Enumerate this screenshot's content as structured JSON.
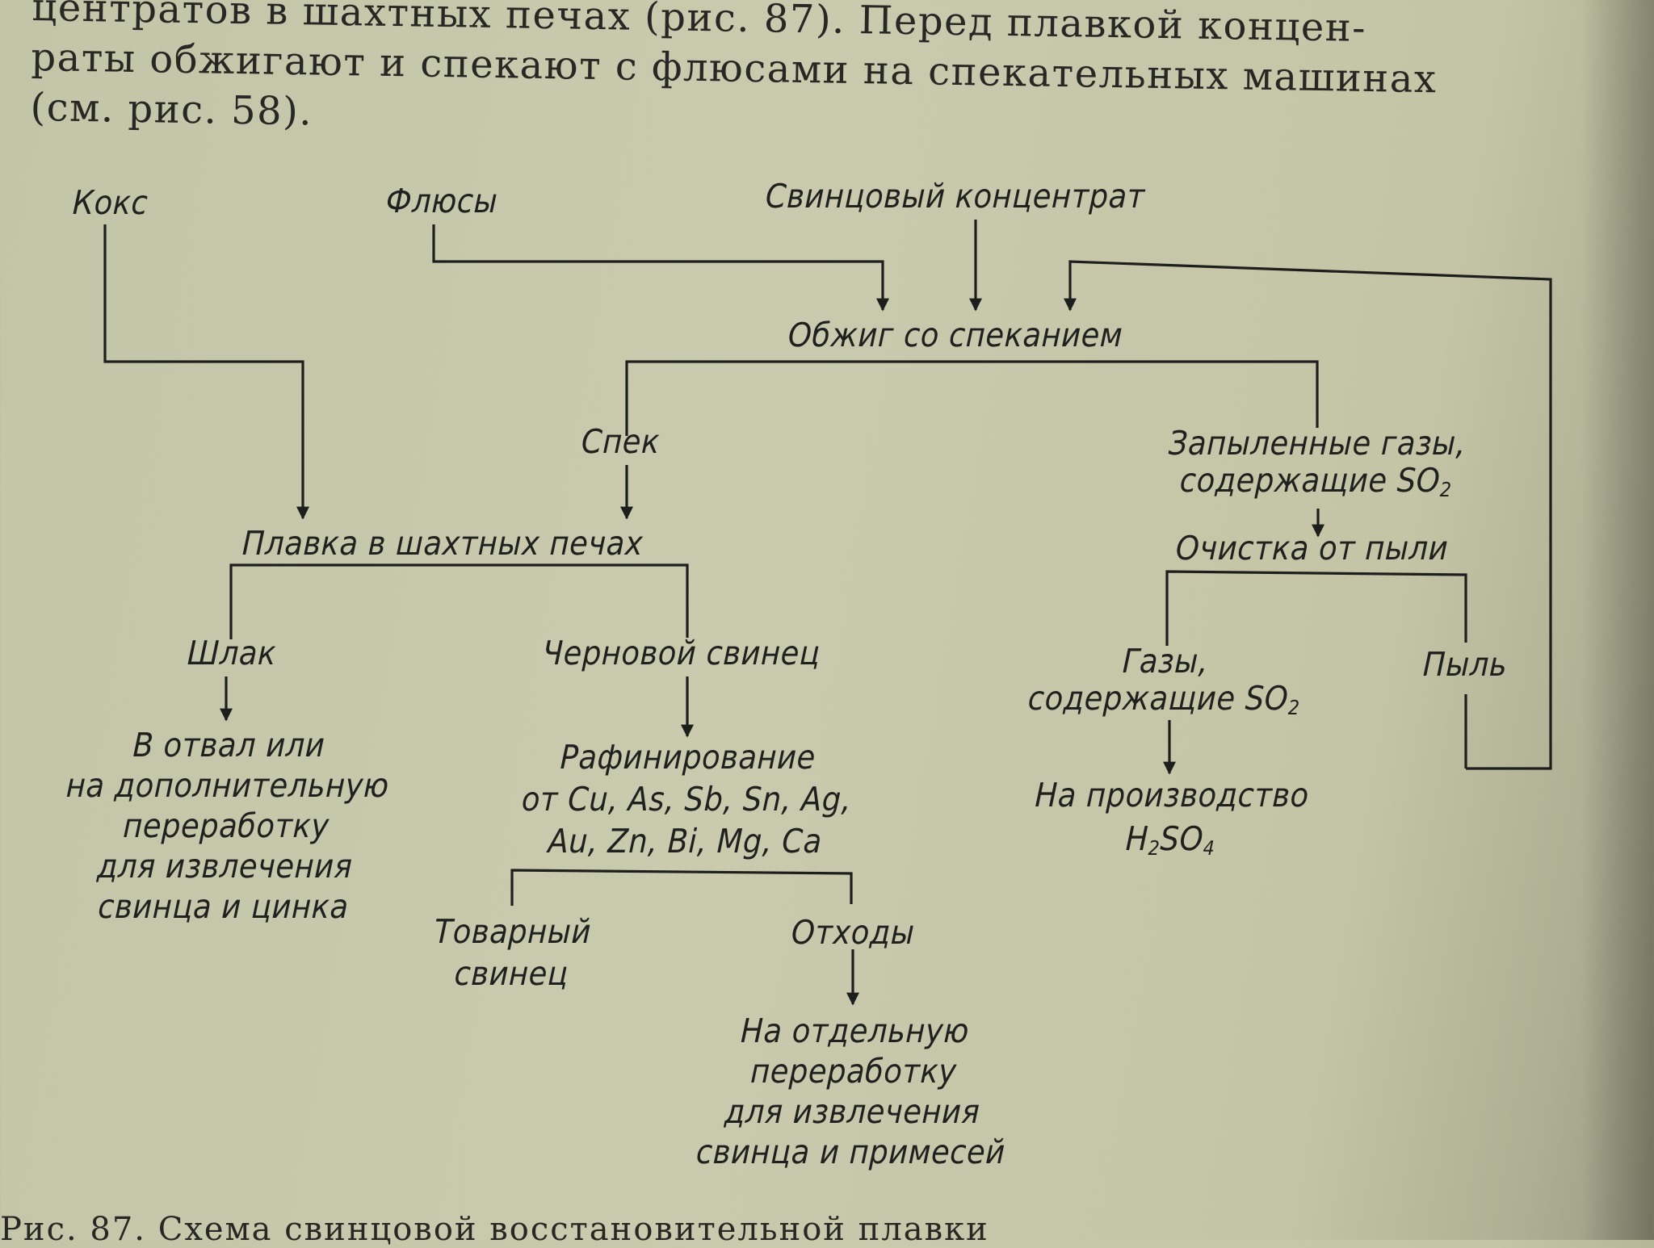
{
  "top_text": {
    "line1": "центратов в шахтных печах (рис. 87). Перед плавкой концен-",
    "line2": "раты обжигают и спекают с флюсами на спекательных машинах",
    "line3": "(см. рис. 58)."
  },
  "diagram": {
    "koks": "Кокс",
    "flyusy": "Флюсы",
    "concentrate": "Свинцовый концентрат",
    "roasting": "Обжиг со спеканием",
    "spek": "Спек",
    "dusty_gases_1": "Запыленные газы,",
    "dusty_gases_2": "содержащие SO",
    "dusty_gases_sub": "2",
    "smelting": "Плавка в шахтных печах",
    "dust_cleaning": "Очистка от пыли",
    "slag": "Шлак",
    "rough_lead": "Черновой свинец",
    "gases_1": "Газы,",
    "gases_2": "содержащие SO",
    "gases_sub": "2",
    "dust": "Пыль",
    "dump_1": "В отвал или",
    "dump_2": "на дополнительную",
    "dump_3": "переработку",
    "dump_4": "для извлечения",
    "dump_5": "свинца и цинка",
    "refining_1": "Рафинирование",
    "refining_2": "от Cu, As, Sb, Sn, Ag,",
    "refining_3": "Au, Zn, Bi, Mg, Ca",
    "h2so4_1": "На производство",
    "h2so4_h": "H",
    "h2so4_2": "2",
    "h2so4_so": "SO",
    "h2so4_4": "4",
    "commodity_1": "Товарный",
    "commodity_2": "свинец",
    "waste": "Отходы",
    "separate_1": "На отдельную",
    "separate_2": "переработку",
    "separate_3": "для извлечения",
    "separate_4": "свинца и примесей"
  },
  "caption": "Рис. 87. Схема свинцовой восстановительной плавки"
}
